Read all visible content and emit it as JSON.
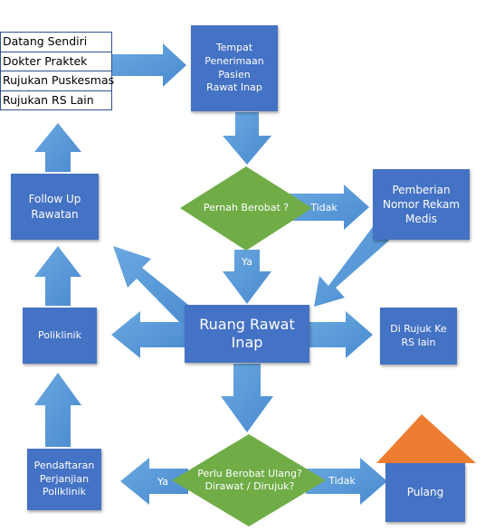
{
  "sources": [
    "Datang Sendiri",
    "Dokter Praktek",
    "Rujukan Puskesmas",
    "Rujukan RS Lain"
  ],
  "nodes": {
    "tempat": "Tempat\nPenerimaan Pasien\nRawat Inap",
    "pernah": "Pernah Berobat ?",
    "pemberian": "Pemberian\nNomor Rekam\nMedis",
    "followup": "Follow Up\nRawatan",
    "ruang": "Ruang Rawat\nInap",
    "poliklinik": "Poliklinik",
    "dirujuk": "Di Rujuk Ke\nRS lain",
    "perlu": "Perlu Berobat Ulang?\nDirawat / Dirujuk?",
    "pendaftaran": "Pendaftaran\nPerjanjian\nPoliklinik",
    "pulang": "Pulang"
  },
  "edges": {
    "tidak_1": "Tidak",
    "ya_1": "Ya",
    "ya_2": "Ya",
    "tidak_2": "Tidak"
  },
  "colors": {
    "box": "#4472c4",
    "arrow": "#5b9bd5",
    "diamond": "#70ad47",
    "roof": "#ed7d31"
  }
}
